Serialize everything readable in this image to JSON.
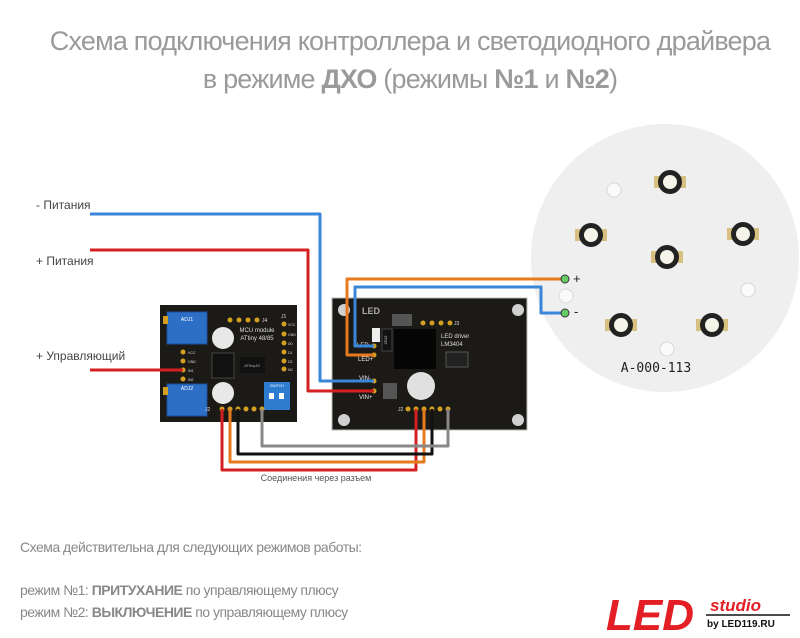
{
  "title": {
    "line1": "Схема подключения контроллера и светодиодного драйвера",
    "line2_a": "в режиме ",
    "line2_b": "ДХО",
    "line2_c": "  (режимы ",
    "line2_d": "№1",
    "line2_e": " и ",
    "line2_f": "№2",
    "line2_g": ")"
  },
  "labels": {
    "minus_power": "- Питания",
    "plus_power": "+ Питания",
    "control": "+ Управляющий",
    "connector": "Соединения через разъем"
  },
  "mcu": {
    "title": "MCU module",
    "subtitle": "ATtiny 48/85",
    "adj1": "ADJ1",
    "adj2": "ADJ2",
    "chip": "ATtiny45",
    "switch": "SWITCH",
    "j4": "J4",
    "j1": "J1",
    "j2": "J2",
    "j3pins": [
      "VCC",
      "GND",
      "IN1",
      "IN2"
    ],
    "j1pins": [
      "VCC",
      "GND",
      "D0",
      "D1",
      "D2",
      "NC"
    ]
  },
  "driver": {
    "title": "LED driver",
    "subtitle": "LM3404",
    "led_minus": "LED-",
    "led_plus": "LED+",
    "vin_minus": "VIN-",
    "vin_plus": "VIN+",
    "j3": "J3",
    "j2": "J2",
    "ind": "2512",
    "brand": "LED"
  },
  "ledboard": {
    "plus": "+",
    "minus": "-",
    "code": "A-000-113"
  },
  "notes": {
    "intro": "Схема действительна для следующих режимов работы:",
    "mode1_a": "режим №1: ",
    "mode1_b": "ПРИТУХАНИЕ",
    "mode1_c": " по управляющему плюсу",
    "mode2_a": "режим №2: ",
    "mode2_b": "ВЫКЛЮЧЕНИЕ",
    "mode2_c": " по управляющему плюсу"
  },
  "logo": {
    "big": "LED",
    "small": "studio",
    "by": "by LED119.RU"
  },
  "colors": {
    "blue": "#3a86d8",
    "red": "#d42020",
    "orange": "#e87a1e",
    "board": "#1c1a17",
    "pcb_blue": "#2d6fc7"
  }
}
